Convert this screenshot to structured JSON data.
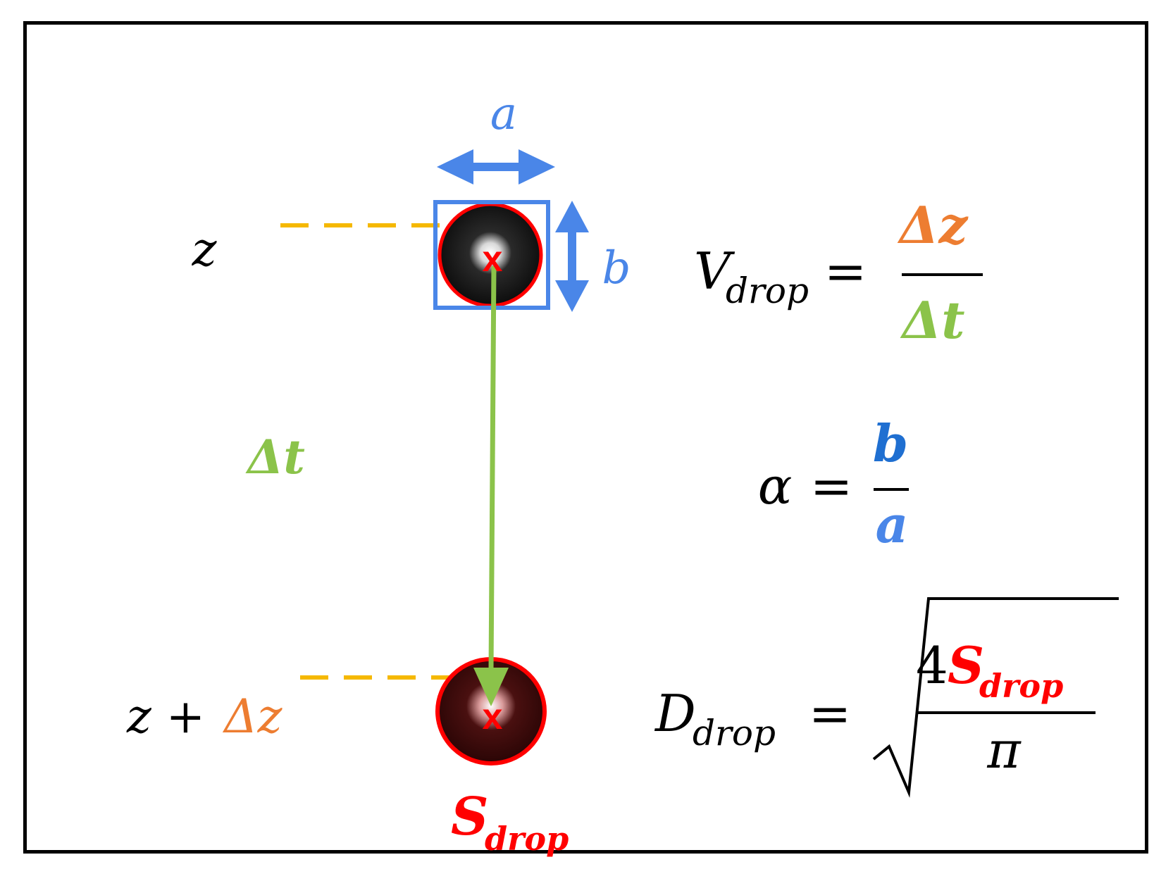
{
  "colors": {
    "black": "#000000",
    "blue": "#4A86E8",
    "blue_dark": "#1F6FD1",
    "orange": "#ED7D31",
    "green": "#8BC34A",
    "red": "#FF0000",
    "yellow": "#F5B800"
  },
  "diagram": {
    "label_a": "a",
    "label_b": "b",
    "label_z": "z",
    "label_z_plus": "z +",
    "label_dz": "Δz",
    "label_dt": "Δt",
    "marker_x": "x",
    "label_S": "S",
    "label_S_sub": "drop"
  },
  "equations": {
    "velocity": {
      "lhs": "V",
      "lhs_sub": "drop",
      "equals": "=",
      "numerator": "Δz",
      "denominator": "Δt"
    },
    "aspect": {
      "lhs": "α",
      "equals": "=",
      "numerator": "b",
      "denominator": "a"
    },
    "diameter": {
      "lhs": "D",
      "lhs_sub": "drop",
      "equals": "=",
      "coefficient": "4",
      "num_symbol": "S",
      "num_sub": "drop",
      "denominator": "π"
    }
  }
}
